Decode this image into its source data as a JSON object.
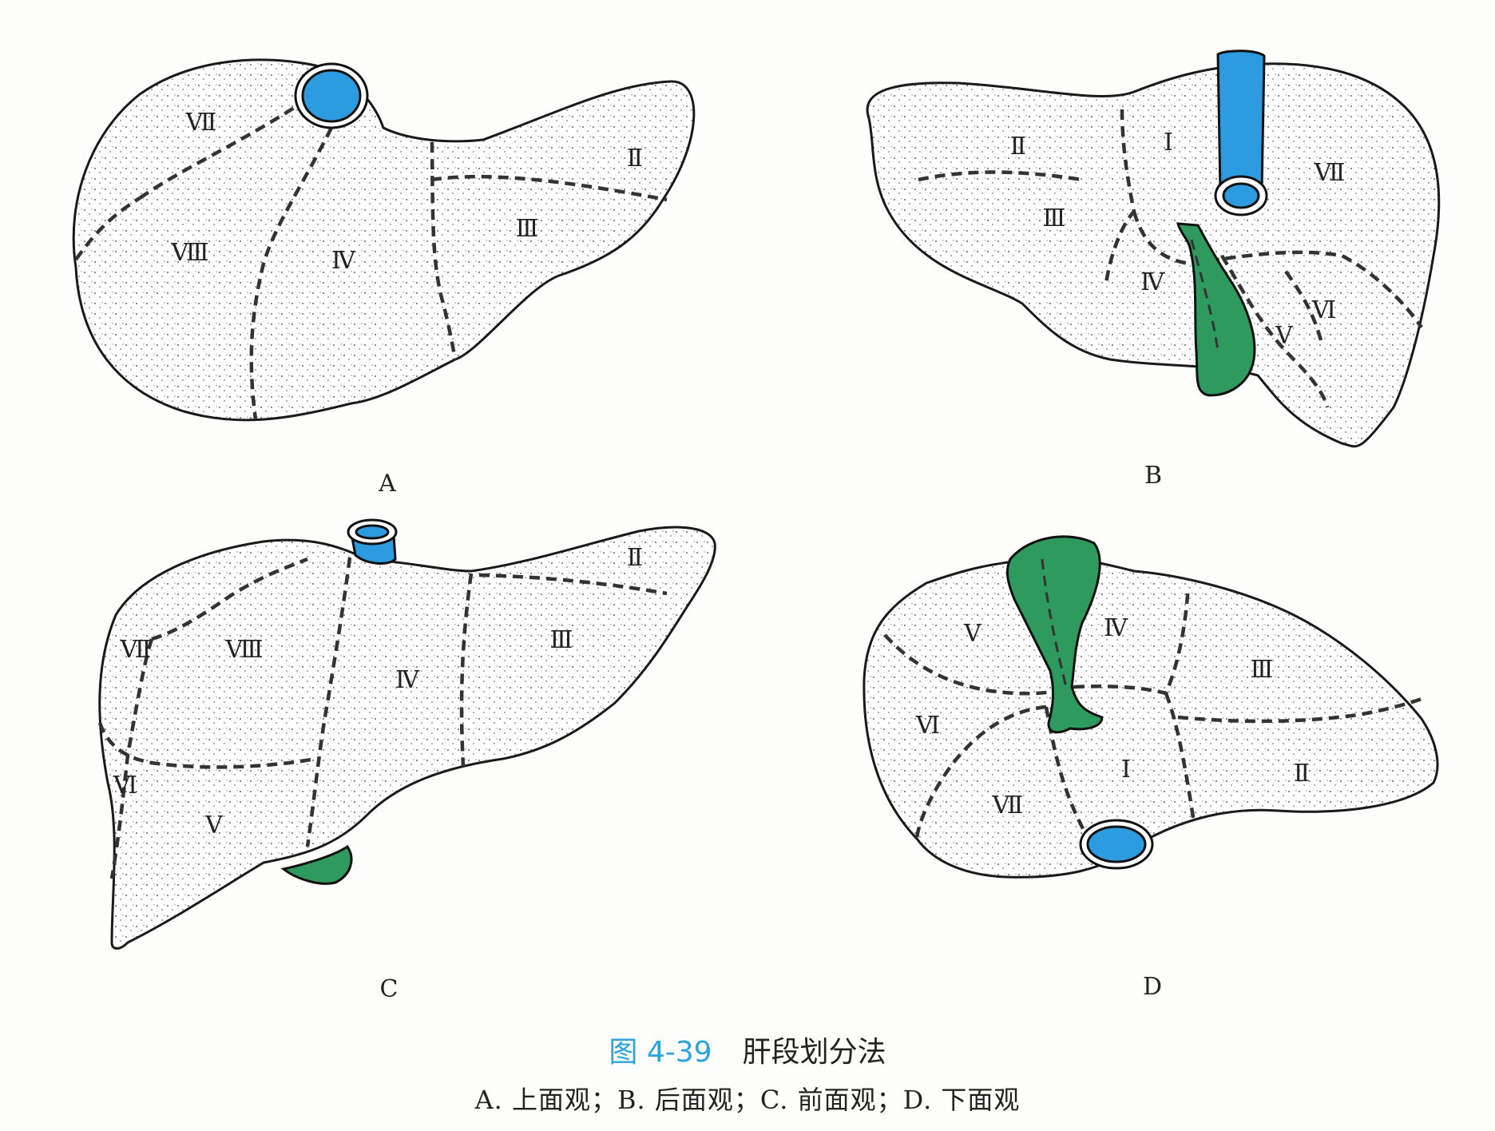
{
  "colors": {
    "vessel": "#2c9be0",
    "gallbladder": "#2e9a5e",
    "caption_number": "#2aa4df"
  },
  "panels": {
    "A": {
      "letter": "A",
      "segments": {
        "s7": "Ⅶ",
        "s2": "Ⅱ",
        "s8": "Ⅷ",
        "s4": "Ⅳ",
        "s3": "Ⅲ"
      }
    },
    "B": {
      "letter": "B",
      "segments": {
        "s2": "Ⅱ",
        "s1": "Ⅰ",
        "s7": "Ⅶ",
        "s3": "Ⅲ",
        "s4": "Ⅳ",
        "s6": "Ⅵ",
        "s5": "Ⅴ"
      }
    },
    "C": {
      "letter": "C",
      "segments": {
        "s2": "Ⅱ",
        "s7": "Ⅶ",
        "s8": "Ⅷ",
        "s3": "Ⅲ",
        "s4": "Ⅳ",
        "s6": "Ⅵ",
        "s5": "Ⅴ"
      }
    },
    "D": {
      "letter": "D",
      "segments": {
        "s5": "Ⅴ",
        "s4": "Ⅳ",
        "s3": "Ⅲ",
        "s6": "Ⅵ",
        "s1": "Ⅰ",
        "s2": "Ⅱ",
        "s7": "Ⅶ"
      }
    }
  },
  "caption": {
    "number": "图 4-39",
    "title": "肝段划分法",
    "subtitle": "A. 上面观；B. 后面观；C. 前面观；D. 下面观"
  }
}
